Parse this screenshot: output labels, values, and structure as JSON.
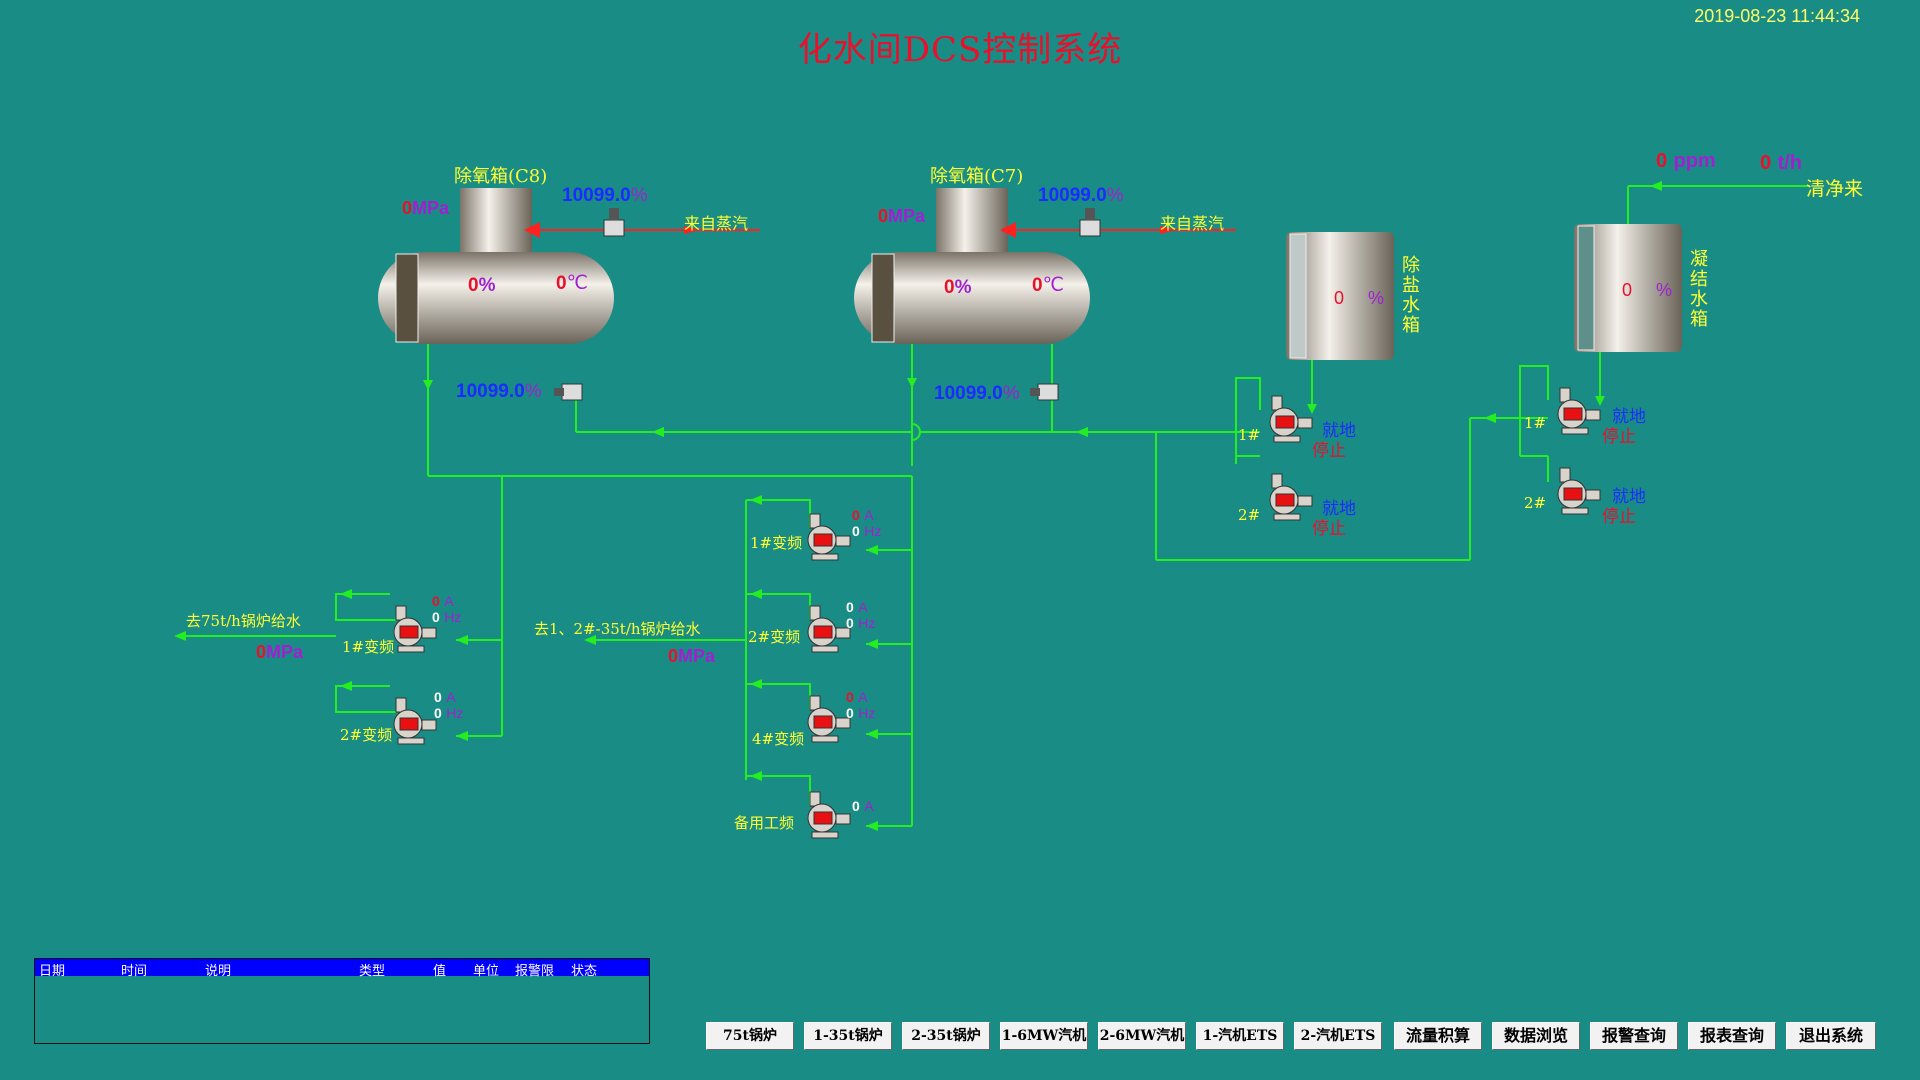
{
  "title": "化水间DCS控制系统",
  "datetime": "2019-08-23 11:44:34",
  "deaerator_c8": {
    "name": "除氧箱(C8)",
    "pressure": "0",
    "pressure_unit": "MPa",
    "level": "0",
    "level_unit": "%",
    "temp": "0",
    "temp_unit": "℃",
    "valve_in_pct": "10099.0",
    "valve_out_pct": "10099.0",
    "pct_unit": "%",
    "steam_label": "来自蒸汽"
  },
  "deaerator_c7": {
    "name": "除氧箱(C7)",
    "pressure": "0",
    "pressure_unit": "MPa",
    "level": "0",
    "level_unit": "%",
    "temp": "0",
    "temp_unit": "℃",
    "valve_in_pct": "10099.0",
    "valve_out_pct": "10099.0",
    "pct_unit": "%",
    "steam_label": "来自蒸汽"
  },
  "demin_tank": {
    "name": "除盐水箱",
    "level": "0",
    "unit": "%"
  },
  "condensate_tank": {
    "name": "凝结水箱",
    "level": "0",
    "unit": "%"
  },
  "clean_supply": {
    "label": "清净来",
    "ppm_value": "0",
    "ppm_unit": "ppm",
    "flow_value": "0",
    "flow_unit": "t/h"
  },
  "demin_pumps": [
    {
      "id": "1#",
      "mode": "就地",
      "state": "停止"
    },
    {
      "id": "2#",
      "mode": "就地",
      "state": "停止"
    }
  ],
  "condensate_pumps": [
    {
      "id": "1#",
      "mode": "就地",
      "state": "停止"
    },
    {
      "id": "2#",
      "mode": "就地",
      "state": "停止"
    }
  ],
  "feed_75t": {
    "label": "去75t/h锅炉给水",
    "pressure": "0",
    "unit": "MPa",
    "pumps": [
      {
        "name": "1#变频",
        "amp": "0",
        "amp_unit": "A",
        "hz": "0",
        "hz_unit": "Hz"
      },
      {
        "name": "2#变频",
        "amp": "0",
        "amp_unit": "A",
        "hz": "0",
        "hz_unit": "Hz"
      }
    ]
  },
  "feed_35t": {
    "label": "去1、2#-35t/h锅炉给水",
    "pressure": "0",
    "unit": "MPa",
    "pumps": [
      {
        "name": "1#变频",
        "amp": "0",
        "amp_unit": "A",
        "hz": "0",
        "hz_unit": "Hz"
      },
      {
        "name": "2#变频",
        "amp": "0",
        "amp_unit": "A",
        "hz": "0",
        "hz_unit": "Hz"
      },
      {
        "name": "4#变频",
        "amp": "0",
        "amp_unit": "A",
        "hz": "0",
        "hz_unit": "Hz"
      },
      {
        "name": "备用工频",
        "amp": "0",
        "amp_unit": "A"
      }
    ]
  },
  "alarm_table": {
    "columns": [
      "日期",
      "时间",
      "说明",
      "类型",
      "值",
      "单位",
      "报警限",
      "状态"
    ]
  },
  "nav_buttons": [
    "75t锅炉",
    "1-35t锅炉",
    "2-35t锅炉",
    "1-6MW汽机",
    "2-6MW汽机",
    "1-汽机ETS",
    "2-汽机ETS",
    "流量积算",
    "数据浏览",
    "报警查询",
    "报表查询",
    "退出系统"
  ],
  "colors": {
    "background": "#1a8c86",
    "pipe": "#22ee22",
    "steam": "#ff2020",
    "title": "#e8102a"
  }
}
